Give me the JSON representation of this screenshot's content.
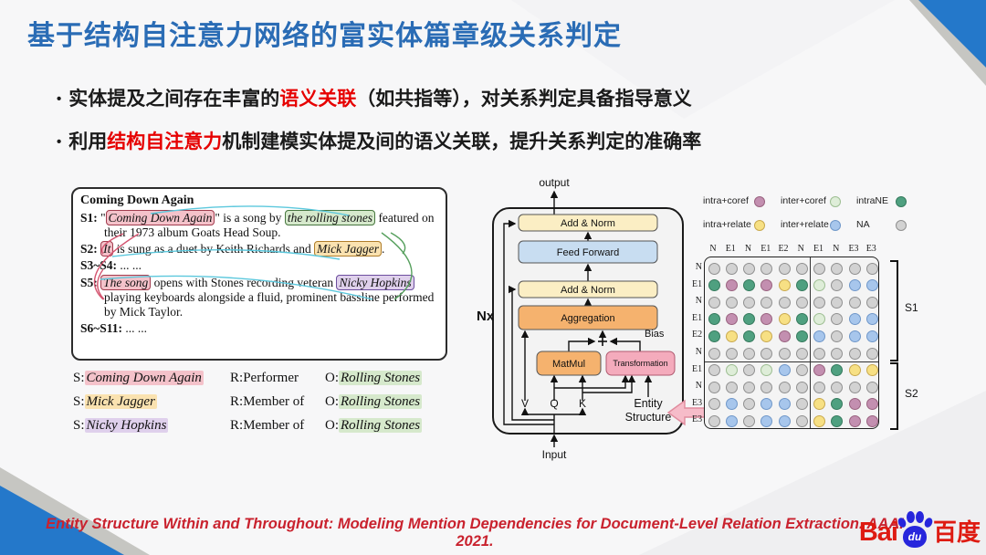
{
  "title": "基于结构自注意力网络的富实体篇章级关系判定",
  "bullet_marker": "•",
  "bullets": [
    {
      "pre": "实体提及之间存在丰富的",
      "highlight": "语义关联",
      "post": "（如共指等），对关系判定具备指导意义"
    },
    {
      "pre": "利用",
      "highlight": "结构自注意力",
      "post": "机制建模实体提及间的语义关联，提升关系判定的准确率"
    }
  ],
  "doc_figure": {
    "title": "Coming Down Again",
    "sentences": [
      {
        "label": "S1:",
        "segments": [
          {
            "t": "\""
          },
          {
            "t": "Coming Down Again",
            "e": "pink"
          },
          {
            "t": "\" is a song by "
          },
          {
            "t": "the rolling stones",
            "e": "green"
          },
          {
            "t": " featured on their 1973 album Goats Head Soup."
          }
        ]
      },
      {
        "label": "S2:",
        "segments": [
          {
            "t": "It",
            "e": "pink"
          },
          {
            "t": " is sung as a duet by Keith Richards and "
          },
          {
            "t": "Mick Jagger",
            "e": "orange"
          },
          {
            "t": "."
          }
        ]
      },
      {
        "label": "S3~S4:",
        "segments": [
          {
            "t": "... ..."
          }
        ]
      },
      {
        "label": "S5:",
        "segments": [
          {
            "t": "The song",
            "e": "pink"
          },
          {
            "t": " opens with Stones recording veteran "
          },
          {
            "t": "Nicky Hopkins",
            "e": "purple"
          },
          {
            "t": " playing keyboards alongside a fluid, prominent bassline performed by Mick Taylor."
          }
        ]
      },
      {
        "label": "S6~S11:",
        "segments": [
          {
            "t": "... ..."
          }
        ]
      }
    ]
  },
  "triple_prefixes": {
    "s": "S:",
    "r": "R:",
    "o": "O:"
  },
  "triples": [
    {
      "s": "Coming Down Again",
      "s_color": "pink",
      "r": "Performer",
      "o": "Rolling Stones",
      "o_color": "green"
    },
    {
      "s": "Mick Jagger",
      "s_color": "orange",
      "r": "Member of",
      "o": "Rolling Stones",
      "o_color": "green"
    },
    {
      "s": "Nicky Hopkins",
      "s_color": "purple",
      "r": "Member of",
      "o": "Rolling Stones",
      "o_color": "green"
    }
  ],
  "architecture": {
    "output": "output",
    "input": "Input",
    "nx": "Nx",
    "add_norm_top": "Add & Norm",
    "feed_forward": "Feed Forward",
    "add_norm_mid": "Add & Norm",
    "aggregation": "Aggregation",
    "matmul": "MatMul",
    "transformation": "Transformation",
    "bias": "Bias",
    "v": "V",
    "q": "Q",
    "k": "K",
    "entity_structure_1": "Entity",
    "entity_structure_2": "Structure"
  },
  "matrix": {
    "legend": [
      {
        "label": "intra+coref",
        "key": "intra_coref"
      },
      {
        "label": "inter+coref",
        "key": "inter_coref"
      },
      {
        "label": "intraNE",
        "key": "intraNE"
      },
      {
        "label": "intra+relate",
        "key": "intra_relate"
      },
      {
        "label": "inter+relate",
        "key": "inter_relate"
      },
      {
        "label": "NA",
        "key": "na"
      }
    ],
    "col_headers": [
      "N",
      "E1",
      "N",
      "E1",
      "E2",
      "N",
      "E1",
      "N",
      "E3",
      "E3"
    ],
    "row_headers": [
      "N",
      "E1",
      "N",
      "E1",
      "E2",
      "N",
      "E1",
      "N",
      "E3",
      "E3"
    ],
    "cell_code_map": {
      "g": "na",
      "G": "intraNE",
      "p": "intra_coref",
      "c": "inter_coref",
      "y": "intra_relate",
      "b": "inter_relate"
    },
    "rows": [
      "gggggggggg",
      "GpGpyGcgbb",
      "gggggggggg",
      "GpGpyGcgbb",
      "GyGypGbgbb",
      "gggggggggg",
      "gcgcbgpGyy",
      "gggggggggg",
      "gbgbbgyGpp",
      "gbgbbgyGpp"
    ],
    "brackets": [
      {
        "label": "S1"
      },
      {
        "label": "S2"
      }
    ]
  },
  "citation": "Entity Structure Within and Throughout: Modeling Mention Dependencies for Document-Level Relation Extraction. AAAI 2021.",
  "logo": {
    "bai": "Bai",
    "du": "du",
    "cn": "百度"
  },
  "colors": {
    "title_blue": "#2A6CB5",
    "highlight_red": "#E60000",
    "citation_red": "#C9222E",
    "corner_blue": "#2478CA",
    "baidu_red": "#DE1B12",
    "baidu_blue": "#2726DC"
  },
  "dot_colors": {
    "na": {
      "fill": "#D2D2D2",
      "stroke": "#909090"
    },
    "intraNE": {
      "fill": "#4FA080",
      "stroke": "#357A5D"
    },
    "intra_coref": {
      "fill": "#C38FB0",
      "stroke": "#99627F"
    },
    "inter_coref": {
      "fill": "#DEEDD8",
      "stroke": "#9DBE92"
    },
    "intra_relate": {
      "fill": "#F7E084",
      "stroke": "#C9A94E"
    },
    "inter_relate": {
      "fill": "#A7C6EC",
      "stroke": "#6F97C9"
    }
  },
  "entity_colors": {
    "pink": {
      "bg": "#F4C2CA",
      "border": "#A13C4E"
    },
    "green": {
      "bg": "#D6E9CC",
      "border": "#47763F"
    },
    "orange": {
      "bg": "#FAE2B0",
      "border": "#AF7D2B"
    },
    "purple": {
      "bg": "#DFD0EC",
      "border": "#6C4E9E"
    }
  }
}
